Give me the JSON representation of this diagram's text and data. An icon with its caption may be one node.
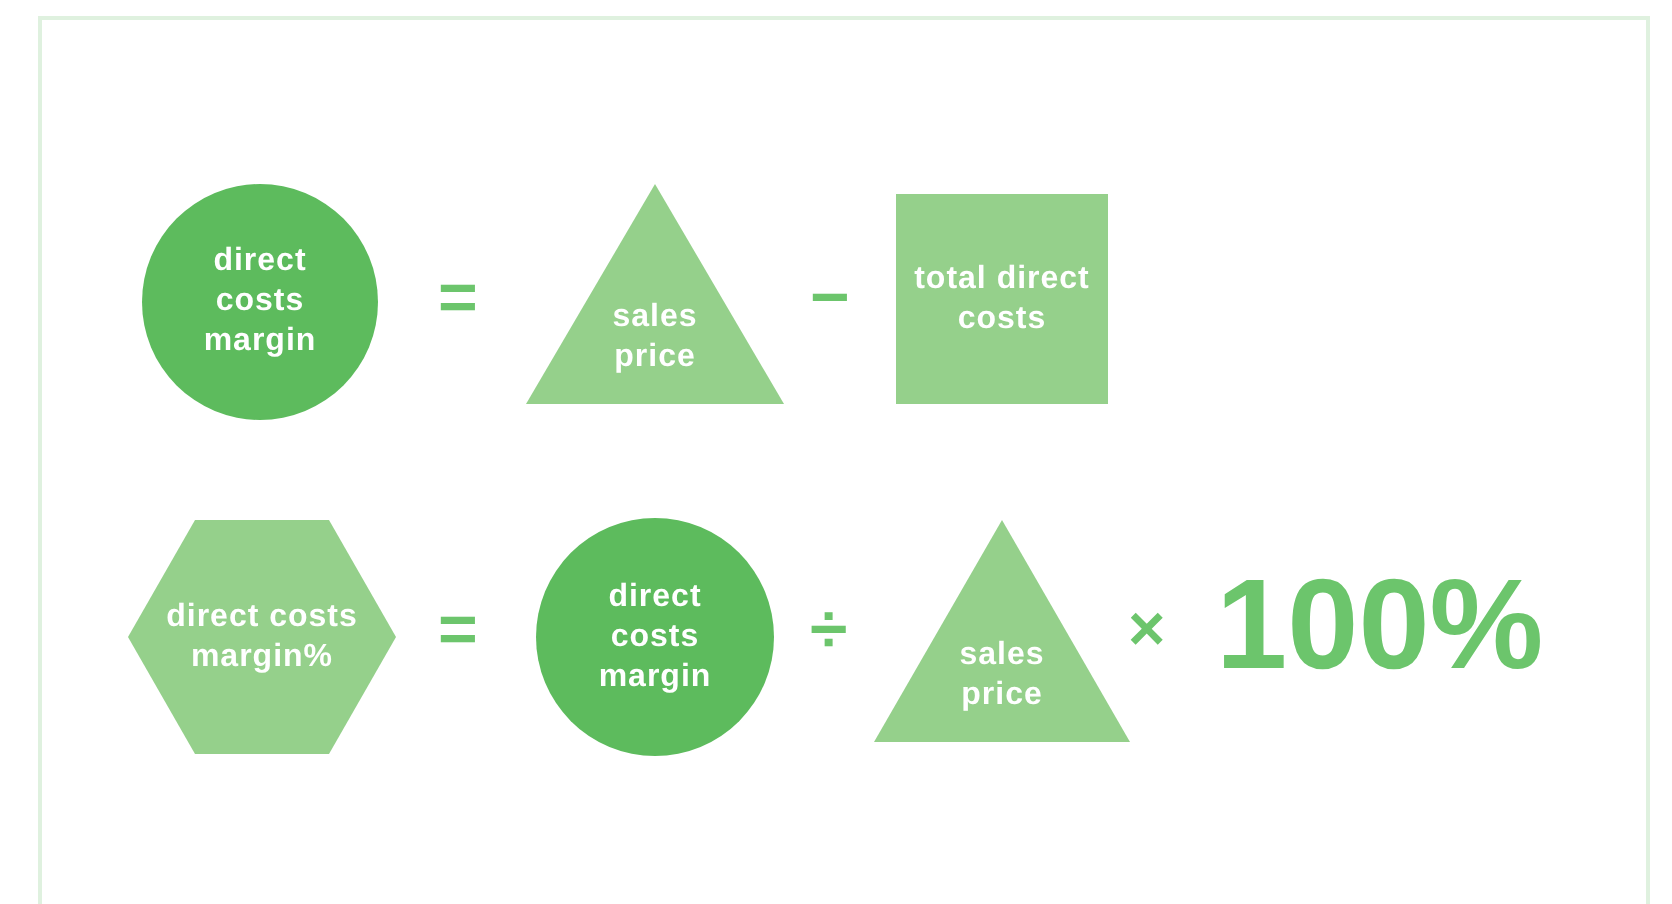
{
  "diagram": {
    "nodes": [
      {
        "text": [
          "direct costs margin"
        ]
      },
      {
        "text": [
          "sales price"
        ]
      },
      {
        "text": [
          "total direct costs"
        ]
      },
      {
        "text": [
          "direct costs margin%"
        ]
      },
      {
        "text": [
          "direct costs margin"
        ]
      },
      {
        "text": [
          "sales price"
        ]
      }
    ],
    "labels": [
      "=",
      "−",
      "=",
      "÷",
      "×",
      "100%"
    ]
  }
}
